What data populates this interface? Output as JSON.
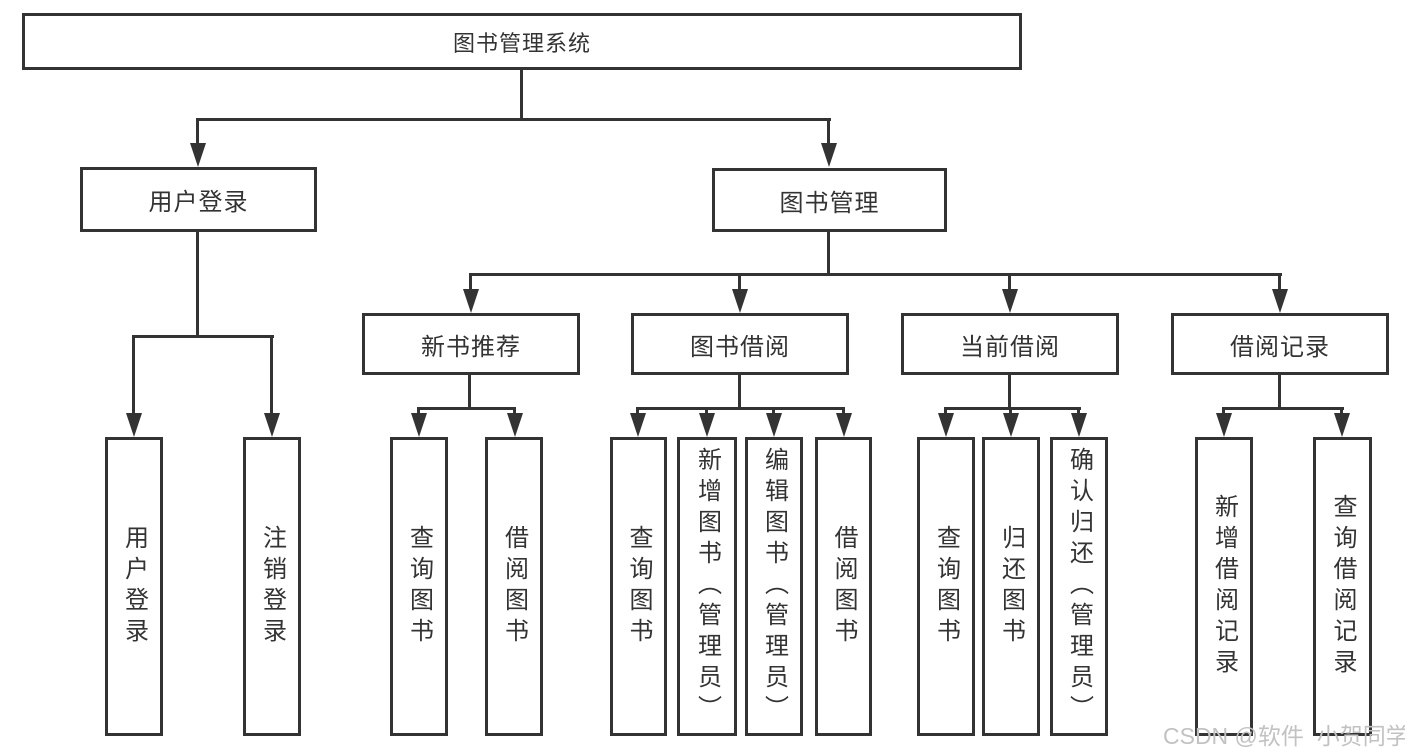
{
  "diagram": {
    "root": "图书管理系统",
    "user_login": {
      "label": "用户登录",
      "children": [
        "用户登录",
        "注销登录"
      ]
    },
    "book_mgmt": {
      "label": "图书管理",
      "sections": [
        {
          "label": "新书推荐",
          "children": [
            "查询图书",
            "借阅图书"
          ]
        },
        {
          "label": "图书借阅",
          "children": [
            "查询图书",
            "新增图书（管理员）",
            "编辑图书（管理员）",
            "借阅图书"
          ]
        },
        {
          "label": "当前借阅",
          "children": [
            "查询图书",
            "归还图书",
            "确认归还（管理员）"
          ]
        },
        {
          "label": "借阅记录",
          "children": [
            "新增借阅记录",
            "查询借阅记录"
          ]
        }
      ]
    }
  },
  "watermark": "CSDN @软件_小贺同学",
  "colors": {
    "line": "#333333",
    "text": "#333333",
    "watermark": "#c2c2c2",
    "background": "#ffffff"
  }
}
